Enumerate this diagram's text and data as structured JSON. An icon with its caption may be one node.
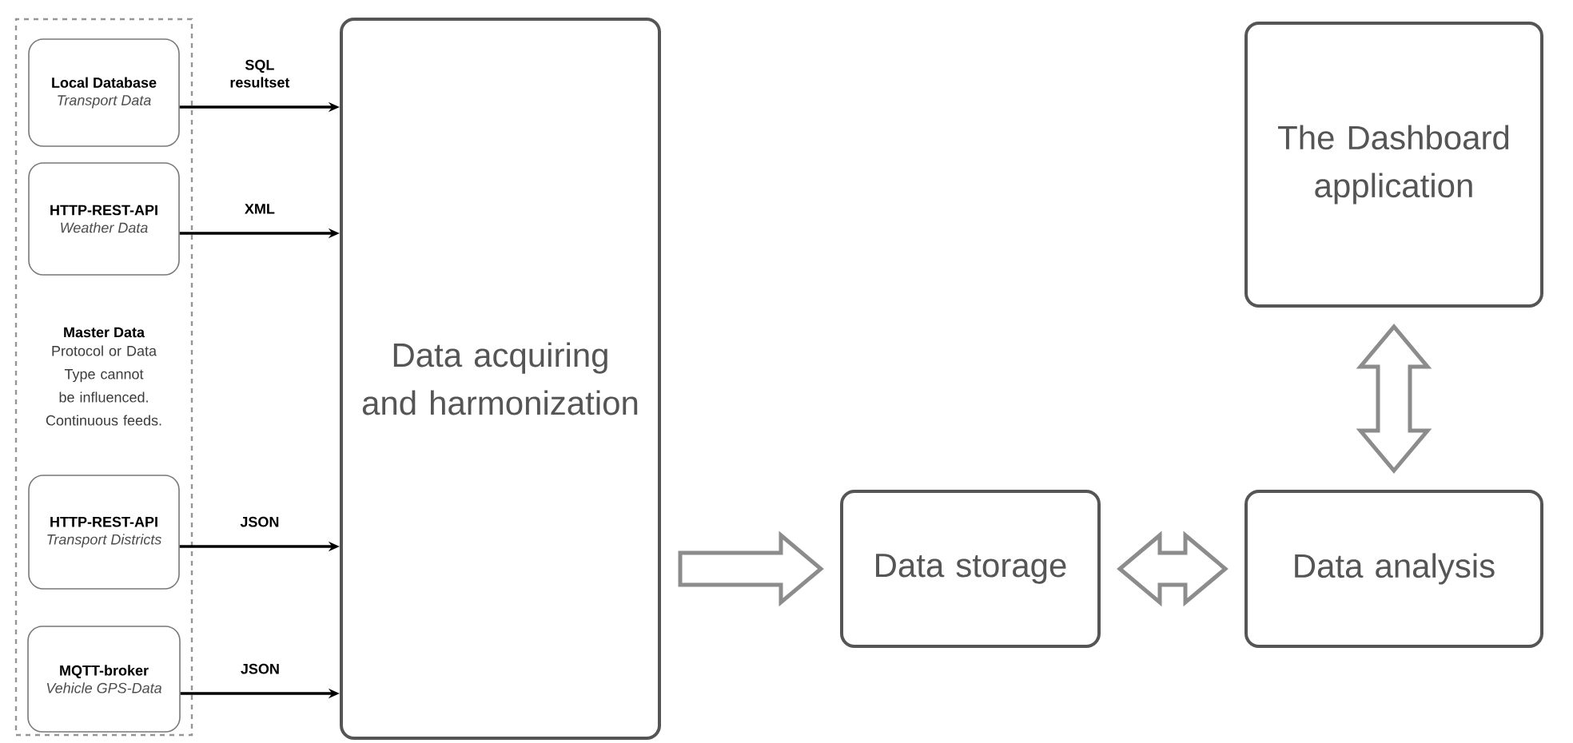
{
  "diagram": {
    "nodes": [
      {
        "text": [
          "Master Data",
          "Protocol or Data Type cannot be influenced. Continuous feeds."
        ]
      },
      {
        "text": [
          "Local Database",
          "Transport Data"
        ],
        "in": 0
      },
      {
        "text": [
          "HTTP-REST-API",
          "Weather Data"
        ],
        "in": 0
      },
      {
        "text": [
          "HTTP-REST-API",
          "Transport Districts"
        ],
        "in": 0
      },
      {
        "text": [
          "MQTT-broker",
          "Vehicle GPS-Data"
        ],
        "in": 0
      },
      {
        "text": [
          "Data acquiring and harmonization"
        ]
      },
      {
        "text": [
          "Data storage"
        ]
      },
      {
        "text": [
          "Data analysis"
        ]
      },
      {
        "text": [
          "The Dashboard application"
        ]
      }
    ],
    "edges": [
      {
        "from": 1,
        "to": 5,
        "arrow": "to",
        "label": "SQL resultset"
      },
      {
        "from": 2,
        "to": 5,
        "arrow": "to",
        "label": "XML"
      },
      {
        "from": 3,
        "to": 5,
        "arrow": "to",
        "label": "JSON"
      },
      {
        "from": 4,
        "to": 5,
        "arrow": "to",
        "label": "JSON"
      },
      {
        "from": 5,
        "to": 6,
        "arrow": "to",
        "style": "thick"
      },
      {
        "from": 6,
        "to": 7,
        "arrow": "both",
        "style": "thick"
      },
      {
        "from": 7,
        "to": 8,
        "arrow": "both",
        "style": "thick"
      }
    ]
  }
}
